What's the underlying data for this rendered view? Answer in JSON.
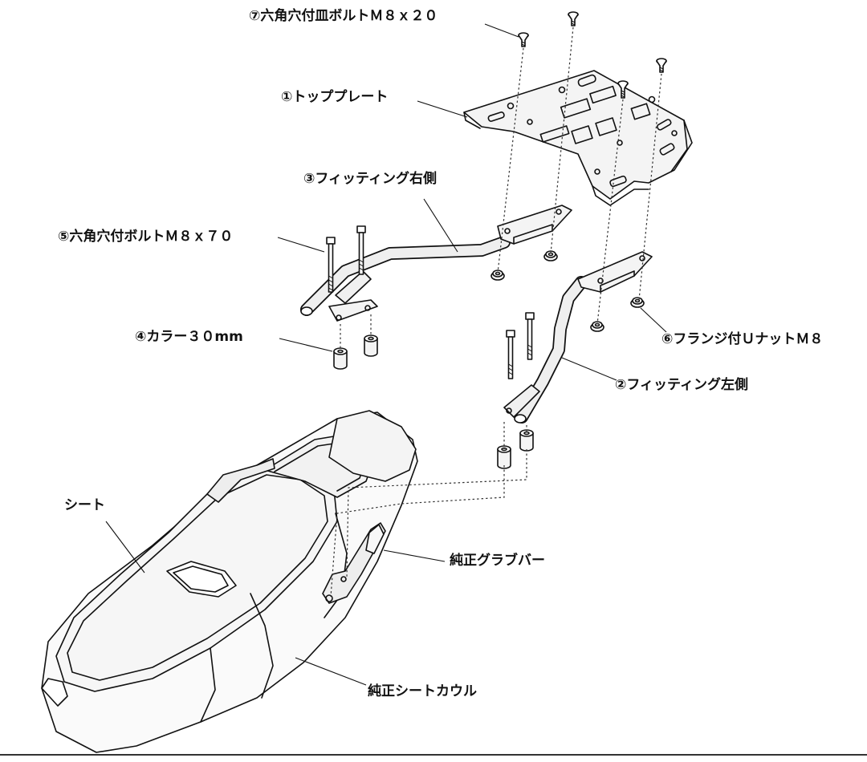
{
  "labels": {
    "screw_m8x20": "⑦六角穴付皿ボルトＭ８ｘ２０",
    "top_plate": "①トッププレート",
    "fitting_right": "③フィッティング右側",
    "bolt_m8x70": "⑤六角穴付ボルトＭ８ｘ７０",
    "collar": "④カラー３０mm",
    "flange_nut": "⑥フランジ付ＵナットＭ８",
    "fitting_left": "②フィッティング左側",
    "seat": "シート",
    "grab_bar": "純正グラブバー",
    "seat_cowl": "純正シートカウル"
  }
}
